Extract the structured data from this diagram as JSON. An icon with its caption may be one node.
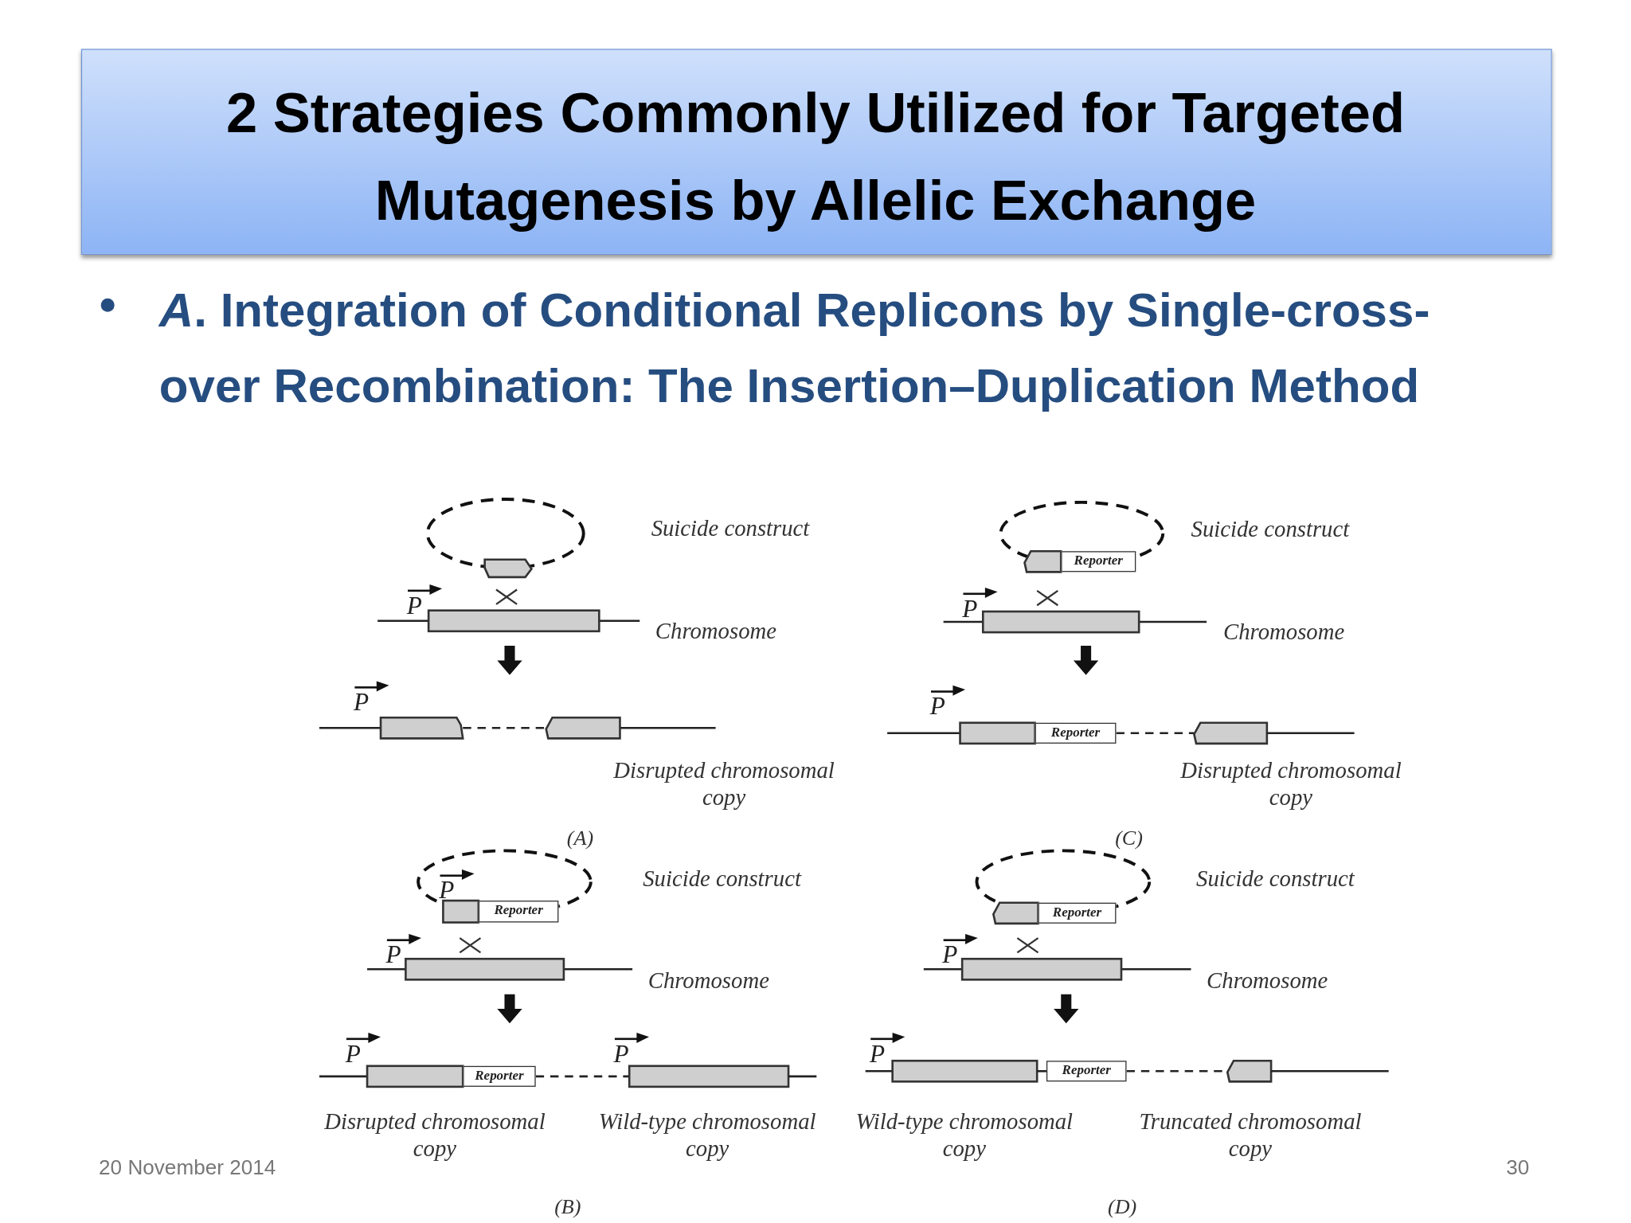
{
  "diagram": {
    "title": "2 Strategies Commonly Utilized for Targeted Mutagenesis by Allelic Exchange",
    "nodes": [
      {
        "text": [
          "Reporter"
        ]
      },
      {
        "text": [
          "Reporter"
        ]
      },
      {
        "text": [
          "Reporter"
        ]
      },
      {
        "text": [
          "Reporter"
        ]
      },
      {
        "text": [
          "Reporter"
        ]
      },
      {
        "text": [
          "Reporter"
        ]
      }
    ],
    "labels": [
      "*A*. Integration of Conditional Replicons by Single-cross-over Recombination: The Insertion–Duplication Method",
      "Suicide construct",
      "P",
      "Chromosome",
      "P",
      "Disrupted chromosomal copy",
      "(A)",
      "Suicide construct",
      "P",
      "Chromosome",
      "P",
      "Disrupted chromosomal copy",
      "(C)",
      "P",
      "Suicide construct",
      "P",
      "Chromosome",
      "P",
      "P",
      "Disrupted chromosomal copy",
      "Wild-type chromosomal copy",
      "(B)",
      "Suicide construct",
      "P",
      "Chromosome",
      "P",
      "Wild-type chromosomal copy",
      "Truncated chromosomal copy",
      "(D)",
      "20 November 2014",
      "30"
    ]
  }
}
